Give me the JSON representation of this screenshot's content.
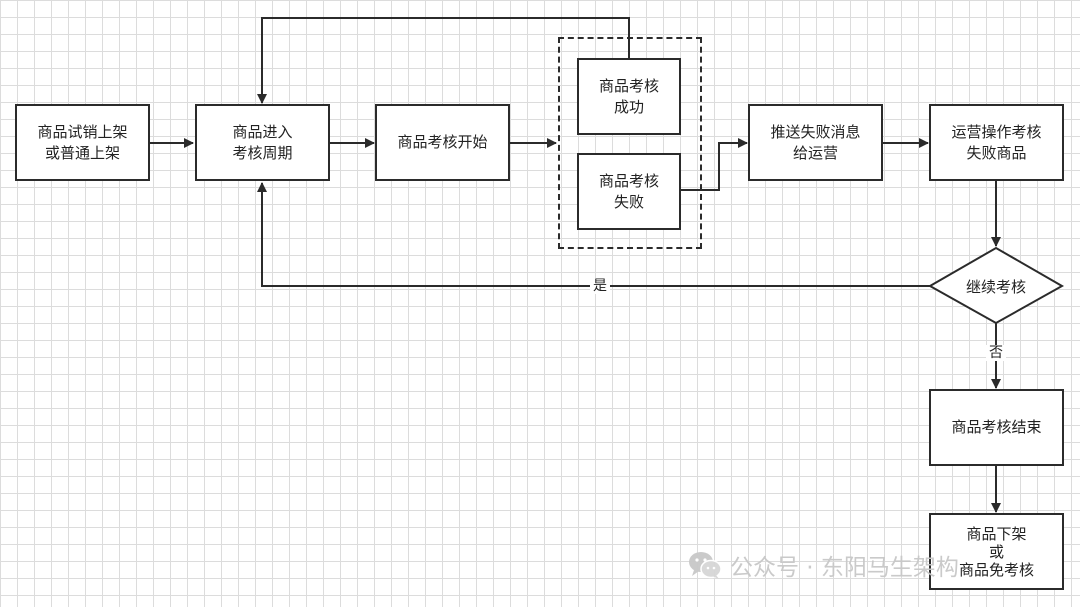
{
  "diagram": {
    "nodes": {
      "trial_listing": "商品试销上架\n或普通上架",
      "enter_cycle": "商品进入\n考核周期",
      "review_start": "商品考核开始",
      "review_success": "商品考核\n成功",
      "review_fail": "商品考核\n失败",
      "push_fail_msg": "推送失败消息\n给运营",
      "ops_handle": "运营操作考核\n失败商品",
      "continue_review": "继续考核",
      "review_end": "商品考核结束",
      "delist_or_exempt": "商品下架\n或\n商品免考核"
    },
    "edge_labels": {
      "yes": "是",
      "no": "否"
    }
  },
  "watermark": {
    "text": "公众号 · 东阳马生架构",
    "icon": "wechat-icon"
  },
  "colors": {
    "stroke": "#2b2b2b",
    "grid": "#dcdcdc",
    "watermark": "#c8c8c8"
  }
}
